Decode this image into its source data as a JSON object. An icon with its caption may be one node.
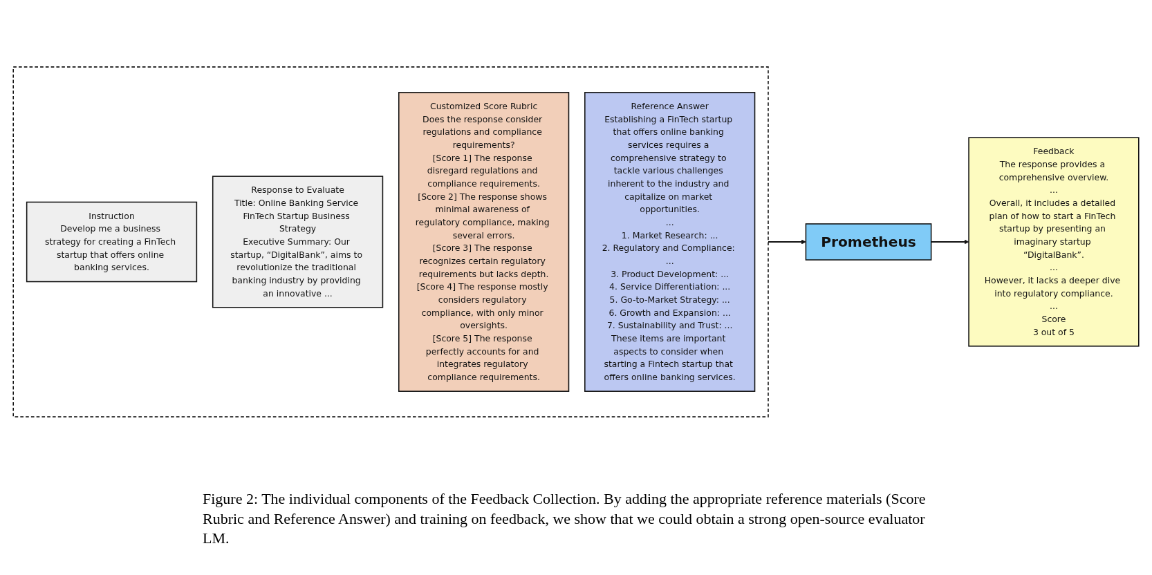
{
  "diagram": {
    "caption": "Figure 2: The individual components of the Feedback Collection. By adding the appropriate reference materials (Score Rubric and Reference Answer) and training on feedback, we show that we could obtain a strong open-source evaluator LM.",
    "nodes": [
      {
        "text": [],
        "shape": "box"
      },
      {
        "text": [
          "Instruction",
          "Develop me a business strategy for creating a FinTech startup that offers online banking services."
        ],
        "in": 0
      },
      {
        "text": [
          "Response to Evaluate",
          "Title: Online Banking Service FinTech Startup Business Strategy",
          "Executive Summary: Our startup, “DigitalBank”, aims to revolutionize the traditional banking industry by providing an innovative ..."
        ],
        "in": 0
      },
      {
        "text": [
          "Customized Score Rubric",
          "Does the response consider regulations and compliance requirements?",
          "[Score 1] The response disregard regulations and compliance requirements.",
          "[Score 2] The response shows minimal awareness of regulatory compliance, making several errors.",
          "[Score 3] The response recognizes certain regulatory requirements but lacks depth.",
          "[Score 4] The response mostly considers regulatory compliance, with only minor oversights.",
          "[Score 5] The response perfectly accounts for and integrates regulatory compliance requirements."
        ],
        "in": 0
      },
      {
        "text": [
          "Reference Answer",
          "Establishing a FinTech startup that offers online banking services requires a comprehensive strategy to tackle various challenges inherent to the industry and capitalize on market opportunities.",
          "...",
          "1. Market Research: ...",
          "2. Regulatory and Compliance: ...",
          "3. Product Development: ...",
          "4. Service Differentiation: ...",
          "5. Go-to-Market Strategy: ...",
          "6. Growth and Expansion: ...",
          "7. Sustainability and Trust: ...",
          "These items are important aspects to consider when starting a Fintech startup that offers online banking services."
        ],
        "in": 0
      },
      {
        "text": [
          "Prometheus"
        ]
      },
      {
        "text": [
          "Feedback",
          "The response provides a comprehensive overview.",
          "...",
          "Overall, it includes a detailed plan of how to start a FinTech startup by presenting an imaginary startup “DigitalBank”.",
          "...",
          "However, it lacks a deeper dive into regulatory compliance.",
          "...",
          "Score",
          "3 out of 5"
        ]
      }
    ],
    "edges": [
      {
        "from": 0,
        "to": 5,
        "arrow": "to"
      },
      {
        "from": 5,
        "to": 6,
        "arrow": "to"
      }
    ]
  }
}
